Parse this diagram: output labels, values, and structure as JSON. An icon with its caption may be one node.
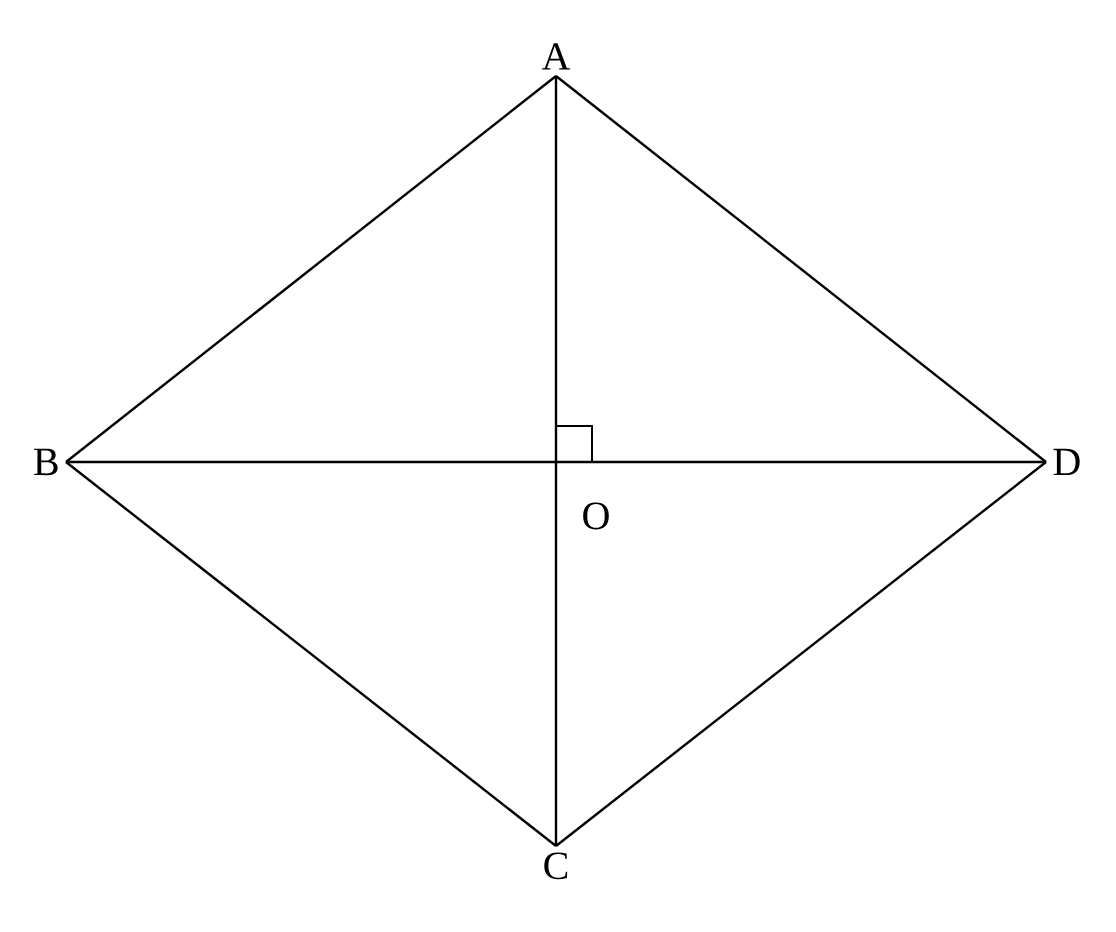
{
  "diagram": {
    "nodes": [
      {
        "text": [
          "A"
        ]
      },
      {
        "text": [
          "B"
        ]
      },
      {
        "text": [
          "D"
        ]
      },
      {
        "text": [
          "C"
        ]
      }
    ],
    "edges": [
      {
        "from": 0,
        "to": 1,
        "arrow": "none"
      },
      {
        "from": 1,
        "to": 3,
        "arrow": "none"
      },
      {
        "from": 3,
        "to": 2,
        "arrow": "none"
      },
      {
        "from": 2,
        "to": 0,
        "arrow": "none"
      },
      {
        "from": 0,
        "to": 3,
        "arrow": "none"
      },
      {
        "from": 1,
        "to": 2,
        "arrow": "none"
      }
    ],
    "labels": [
      "O"
    ]
  }
}
